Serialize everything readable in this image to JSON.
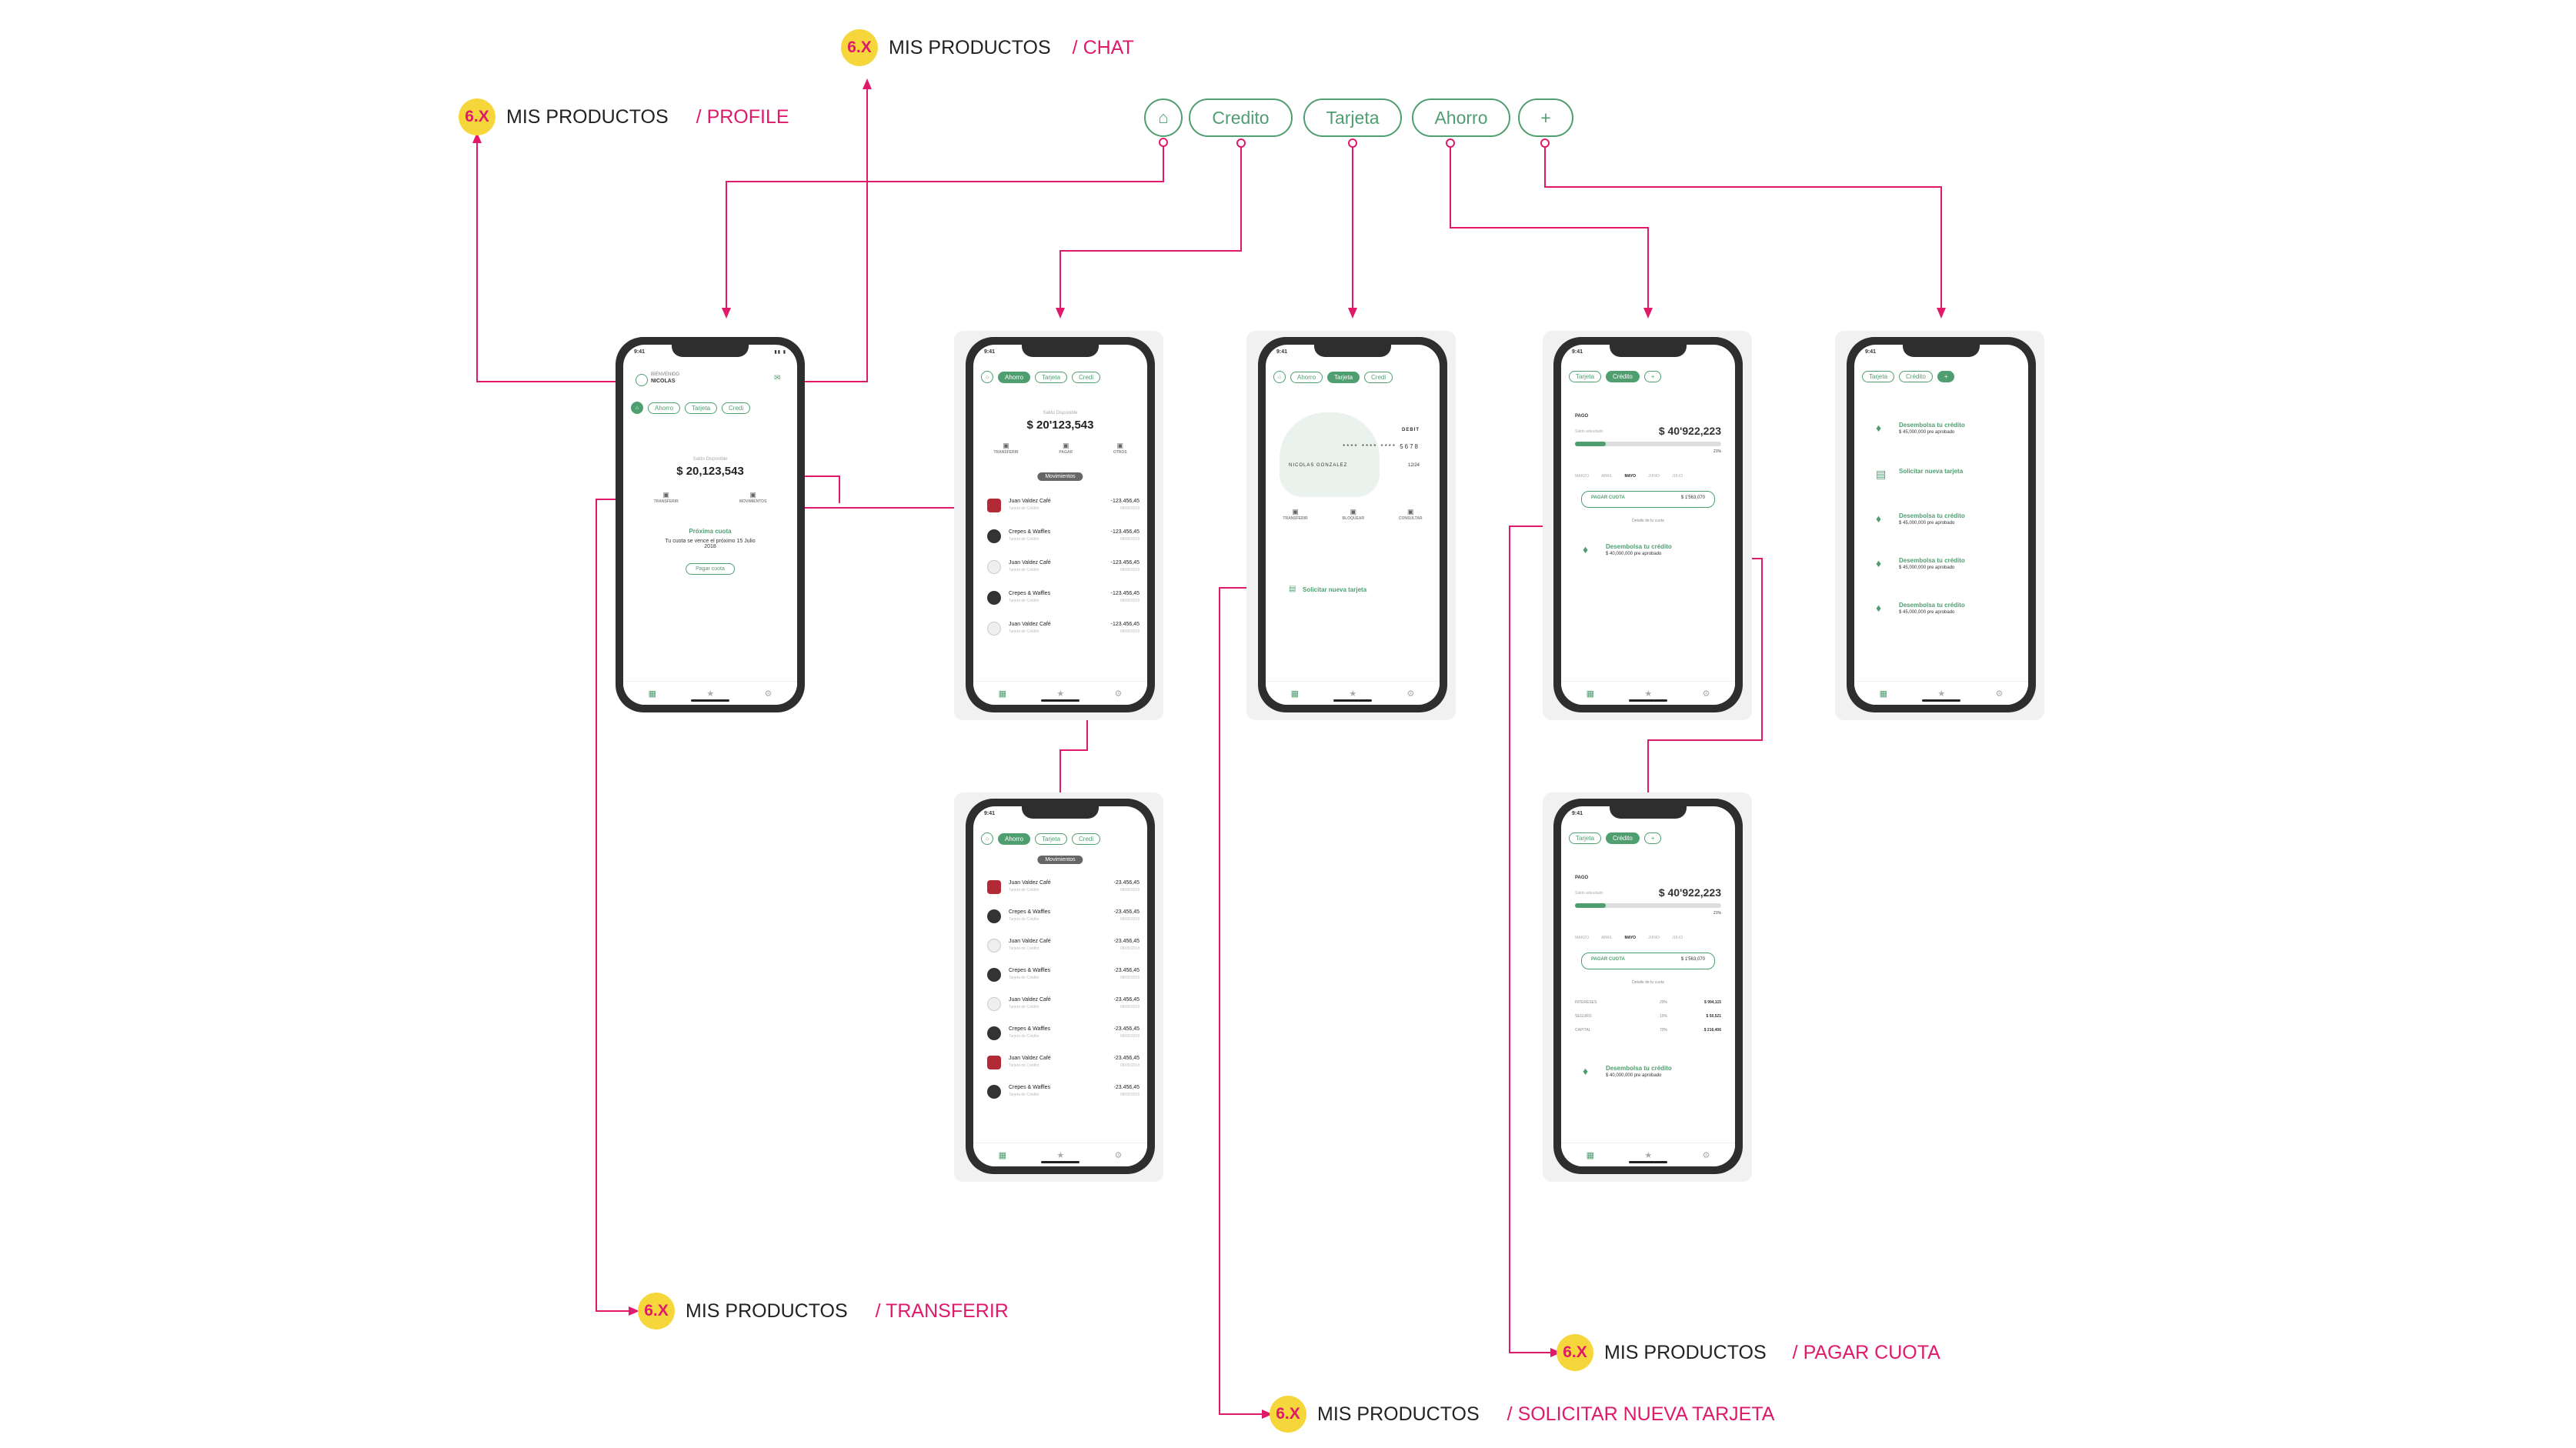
{
  "labels": {
    "chat": {
      "badge": "6.X",
      "text": "MIS PRODUCTOS",
      "route": "/ CHAT"
    },
    "profile": {
      "badge": "6.X",
      "text": "MIS PRODUCTOS",
      "route": "/ PROFILE"
    },
    "transferir": {
      "badge": "6.X",
      "text": "MIS PRODUCTOS",
      "route": "/ TRANSFERIR"
    },
    "pagar": {
      "badge": "6.X",
      "text": "MIS PRODUCTOS",
      "route": "/ PAGAR CUOTA"
    },
    "solicitar": {
      "badge": "6.X",
      "text": "MIS PRODUCTOS",
      "route": "/ SOLICITAR NUEVA TARJETA"
    }
  },
  "pills": {
    "credito": "Credito",
    "tarjeta": "Tarjeta",
    "ahorro": "Ahorro",
    "plus": "+"
  },
  "icons": {
    "home": "home-icon",
    "star": "star-icon",
    "gear": "gear-icon"
  },
  "colors": {
    "brand_green": "#4f9e70",
    "connector_pink": "#e0196b",
    "badge_yellow": "#f5d63b"
  },
  "home_screen": {
    "time": "9:41",
    "welcome": "BIENVENIDO",
    "name": "NICOLAS",
    "tabs": [
      "Ahorro",
      "Tarjeta",
      "Credi"
    ],
    "balance_label": "Saldo Disponible",
    "balance": "$ 20,123,543",
    "actions": [
      "TRANSFERIR",
      "MOVIMIENTOS"
    ],
    "next_title": "Próxima cuota",
    "next_text": "Tu cuota se vence el próximo 15 Julio 2018",
    "pay_btn": "Pagar cuota"
  },
  "ahorro_screen": {
    "tabs": [
      "Ahorro",
      "Tarjeta",
      "Credi"
    ],
    "balance_label": "Saldo Disponible",
    "balance": "$ 20'123,543",
    "actions": [
      "TRANSFERIR",
      "PAGAR",
      "OTROS"
    ],
    "chip": "Movimientos",
    "movements": [
      {
        "name": "Juan Valdez Café",
        "sub": "Tarjeta de Crédito",
        "amount": "-123.456,45",
        "date": "08/05/2018"
      },
      {
        "name": "Crepes & Waffles",
        "sub": "Tarjeta de Crédito",
        "amount": "-123.456,45",
        "date": "08/05/2018"
      },
      {
        "name": "Juan Valdez Café",
        "sub": "Tarjeta de Crédito",
        "amount": "-123.456,45",
        "date": "08/05/2018"
      },
      {
        "name": "Crepes & Waffles",
        "sub": "Tarjeta de Crédito",
        "amount": "-123.456,45",
        "date": "08/05/2018"
      },
      {
        "name": "Juan Valdez Café",
        "sub": "Tarjeta de Crédito",
        "amount": "-123.456,45",
        "date": "08/05/2018"
      }
    ]
  },
  "movimientos_screen": {
    "tabs": [
      "Ahorro",
      "Tarjeta",
      "Credi"
    ],
    "chip": "Movimientos",
    "movements": [
      {
        "name": "Juan Valdez Café",
        "sub": "Tarjeta de Crédito",
        "amount": "-23.456,45",
        "date": "08/05/2018"
      },
      {
        "name": "Crepes & Waffles",
        "sub": "Tarjeta de Crédito",
        "amount": "-23.456,45",
        "date": "08/05/2018"
      },
      {
        "name": "Juan Valdez Café",
        "sub": "Tarjeta de Crédito",
        "amount": "-23.456,45",
        "date": "08/05/2018"
      },
      {
        "name": "Crepes & Waffles",
        "sub": "Tarjeta de Crédito",
        "amount": "-23.456,45",
        "date": "08/05/2018"
      },
      {
        "name": "Juan Valdez Café",
        "sub": "Tarjeta de Crédito",
        "amount": "-23.456,45",
        "date": "08/05/2018"
      },
      {
        "name": "Crepes & Waffles",
        "sub": "Tarjeta de Crédito",
        "amount": "-23.456,45",
        "date": "08/05/2018"
      },
      {
        "name": "Juan Valdez Café",
        "sub": "Tarjeta de Crédito",
        "amount": "-23.456,45",
        "date": "08/05/2018"
      },
      {
        "name": "Crepes & Waffles",
        "sub": "Tarjeta de Crédito",
        "amount": "-23.456,45",
        "date": "08/05/2018"
      }
    ]
  },
  "tarjeta_screen": {
    "tabs": [
      "Ahorro",
      "Tarjeta",
      "Credi"
    ],
    "card_type": "DEBIT",
    "card_number": "**** **** **** 5678",
    "holder": "NICOLAS GONZALEZ",
    "expiry": "12/24",
    "actions": [
      "BLOQUEAR",
      "CONSULTAR"
    ],
    "request": "Solicitar nueva tarjeta"
  },
  "credito_screen": {
    "tabs": [
      "Tarjeta",
      "Crédito",
      "+"
    ],
    "loan_label": "PAGO",
    "loan_sub": "Saldo adeudado",
    "amount": "$ 40'922,223",
    "pct": "21%",
    "months": [
      "MARZO",
      "ABRIL",
      "MAYO",
      "JUNIO",
      "JULIO"
    ],
    "pay_label": "PAGAR CUOTA",
    "pay_amount": "$ 1'563,070",
    "detail": "Detalle de tu cuota",
    "offer_title": "Desembolsa tu crédito",
    "offer_sub": "$ 40,000,000 pre aprobado"
  },
  "credito_detail": {
    "rows": [
      {
        "label": "INTERESES",
        "pct": "20%",
        "value": "$ 994,115"
      },
      {
        "label": "SEGURO",
        "pct": "10%",
        "value": "$ 50,521"
      },
      {
        "label": "CAPITAL",
        "pct": "70%",
        "value": "$ 216,406"
      }
    ]
  },
  "plus_screen": {
    "tabs": [
      "Tarjeta",
      "Crédito",
      "+"
    ],
    "offers": [
      {
        "title": "Desembolsa tu crédito",
        "sub": "$ 45,000,000 pre aprobado"
      },
      {
        "title": "Solicitar nueva tarjeta",
        "sub": ""
      },
      {
        "title": "Desembolsa tu crédito",
        "sub": "$ 45,000,000 pre aprobado"
      },
      {
        "title": "Desembolsa tu crédito",
        "sub": "$ 45,000,000 pre aprobado"
      },
      {
        "title": "Desembolsa tu crédito",
        "sub": "$ 45,000,000 pre aprobado"
      }
    ]
  }
}
